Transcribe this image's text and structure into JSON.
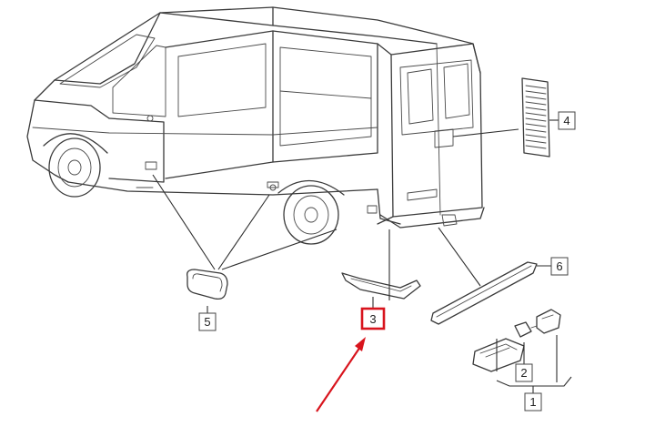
{
  "diagram": {
    "callouts": [
      {
        "id": "1",
        "label": "1"
      },
      {
        "id": "2",
        "label": "2"
      },
      {
        "id": "3",
        "label": "3",
        "highlighted": true
      },
      {
        "id": "4",
        "label": "4"
      },
      {
        "id": "5",
        "label": "5"
      },
      {
        "id": "6",
        "label": "6"
      }
    ],
    "highlight_color": "#d8141d",
    "line_color": "#3a3a3a"
  }
}
